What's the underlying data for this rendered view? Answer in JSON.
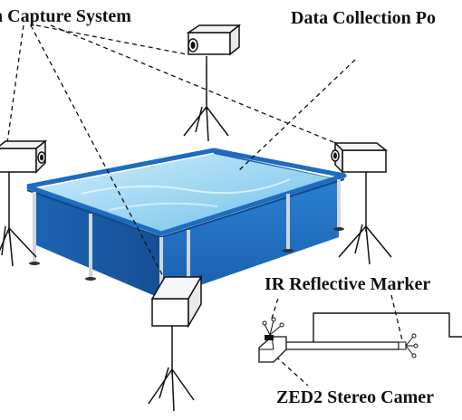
{
  "labels": {
    "motion_capture": "n Capture System",
    "data_collection": "Data Collection Po",
    "ir_markers": "IR Reflective Marker",
    "zed_camera": "ZED2 Stereo Camer"
  },
  "colors": {
    "pool_blue": "#1f6fbf",
    "pool_dark": "#154f94",
    "water_light": "#b9e2f6",
    "water_mid": "#8fcdee",
    "line": "#111111"
  },
  "icons": [
    "camera-icon",
    "tripod-icon",
    "stereo-camera-rig-icon",
    "reflective-marker-icon"
  ]
}
